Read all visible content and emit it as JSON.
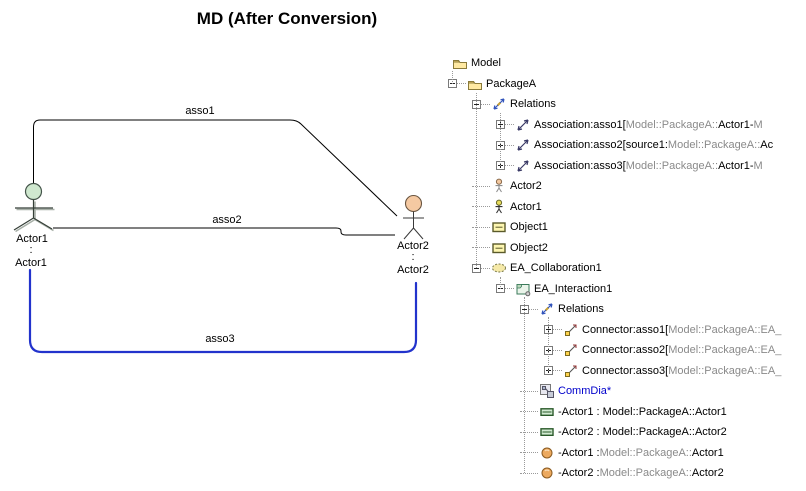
{
  "title": "MD (After Conversion)",
  "diagram": {
    "labels": {
      "asso1": "asso1",
      "asso2": "asso2",
      "asso3": "asso3",
      "colon": ":",
      "actor1_name": "Actor1",
      "actor1_type": "Actor1",
      "actor2_name": "Actor2",
      "actor2_type": "Actor2"
    },
    "colors": {
      "association_line": "#000000",
      "asso3_line": "#2233cc",
      "actor1_head": "#cfe8cf",
      "actor2_head": "#f5c9a2"
    }
  },
  "tree": {
    "colors": {
      "text": "#000000",
      "muted": "#8a8a8a",
      "link": "#0000cc"
    },
    "rows": [
      {
        "level": 0,
        "expander": "none",
        "icon": "folder",
        "segments": [
          {
            "text": "Model",
            "color": "text"
          }
        ]
      },
      {
        "level": 1,
        "expander": "minus",
        "icon": "folder",
        "segments": [
          {
            "text": "PackageA",
            "color": "text"
          }
        ]
      },
      {
        "level": 2,
        "expander": "minus",
        "icon": "relations",
        "segments": [
          {
            "text": "Relations",
            "color": "text"
          }
        ]
      },
      {
        "level": 3,
        "expander": "plus",
        "icon": "association",
        "segments": [
          {
            "text": "Association:asso1[",
            "color": "text"
          },
          {
            "text": "Model::PackageA::",
            "color": "muted"
          },
          {
            "text": "Actor1",
            "color": "text"
          },
          {
            "text": " - ",
            "color": "text"
          },
          {
            "text": "M",
            "color": "muted"
          }
        ]
      },
      {
        "level": 3,
        "expander": "plus",
        "icon": "association",
        "segments": [
          {
            "text": "Association:asso2[",
            "color": "text"
          },
          {
            "text": "source1:",
            "color": "text"
          },
          {
            "text": "Model::PackageA::",
            "color": "muted"
          },
          {
            "text": "Ac",
            "color": "text"
          }
        ]
      },
      {
        "level": 3,
        "expander": "plus",
        "icon": "association",
        "segments": [
          {
            "text": "Association:asso3[",
            "color": "text"
          },
          {
            "text": "Model::PackageA::",
            "color": "muted"
          },
          {
            "text": "Actor1",
            "color": "text"
          },
          {
            "text": " - ",
            "color": "text"
          },
          {
            "text": "M",
            "color": "muted"
          }
        ]
      },
      {
        "level": 2,
        "expander": "none",
        "icon": "actor-orange",
        "segments": [
          {
            "text": "Actor2",
            "color": "text"
          }
        ]
      },
      {
        "level": 2,
        "expander": "none",
        "icon": "actor-yellow",
        "segments": [
          {
            "text": "Actor1",
            "color": "text"
          }
        ]
      },
      {
        "level": 2,
        "expander": "none",
        "icon": "object",
        "segments": [
          {
            "text": "Object1",
            "color": "text"
          }
        ]
      },
      {
        "level": 2,
        "expander": "none",
        "icon": "object",
        "segments": [
          {
            "text": "Object2",
            "color": "text"
          }
        ]
      },
      {
        "level": 2,
        "expander": "minus",
        "icon": "collaboration",
        "segments": [
          {
            "text": "EA_Collaboration1",
            "color": "text"
          }
        ]
      },
      {
        "level": 3,
        "expander": "minus",
        "icon": "interaction",
        "segments": [
          {
            "text": "EA_Interaction1",
            "color": "text"
          }
        ]
      },
      {
        "level": 4,
        "expander": "minus",
        "icon": "relations",
        "segments": [
          {
            "text": "Relations",
            "color": "text"
          }
        ]
      },
      {
        "level": 5,
        "expander": "plus",
        "icon": "connector",
        "segments": [
          {
            "text": "Connector:asso1[",
            "color": "text"
          },
          {
            "text": "Model::PackageA::EA_",
            "color": "muted"
          }
        ]
      },
      {
        "level": 5,
        "expander": "plus",
        "icon": "connector",
        "segments": [
          {
            "text": "Connector:asso2[",
            "color": "text"
          },
          {
            "text": "Model::PackageA::EA_",
            "color": "muted"
          }
        ]
      },
      {
        "level": 5,
        "expander": "plus",
        "icon": "connector",
        "segments": [
          {
            "text": "Connector:asso3[",
            "color": "text"
          },
          {
            "text": "Model::PackageA::EA_",
            "color": "muted"
          }
        ]
      },
      {
        "level": 4,
        "expander": "none",
        "icon": "diagram",
        "segments": [
          {
            "text": "CommDia*",
            "color": "link"
          }
        ]
      },
      {
        "level": 4,
        "expander": "none",
        "icon": "lifeline",
        "segments": [
          {
            "text": "-Actor1 : Model::PackageA::Actor1",
            "color": "text"
          }
        ]
      },
      {
        "level": 4,
        "expander": "none",
        "icon": "lifeline",
        "segments": [
          {
            "text": "-Actor2 : Model::PackageA::Actor2",
            "color": "text"
          }
        ]
      },
      {
        "level": 4,
        "expander": "none",
        "icon": "ball",
        "segments": [
          {
            "text": "-Actor1 : ",
            "color": "text"
          },
          {
            "text": "Model::PackageA::",
            "color": "muted"
          },
          {
            "text": "Actor1",
            "color": "text"
          }
        ]
      },
      {
        "level": 4,
        "expander": "none",
        "icon": "ball",
        "segments": [
          {
            "text": "-Actor2 : ",
            "color": "text"
          },
          {
            "text": "Model::PackageA::",
            "color": "muted"
          },
          {
            "text": "Actor2",
            "color": "text"
          }
        ]
      }
    ]
  }
}
